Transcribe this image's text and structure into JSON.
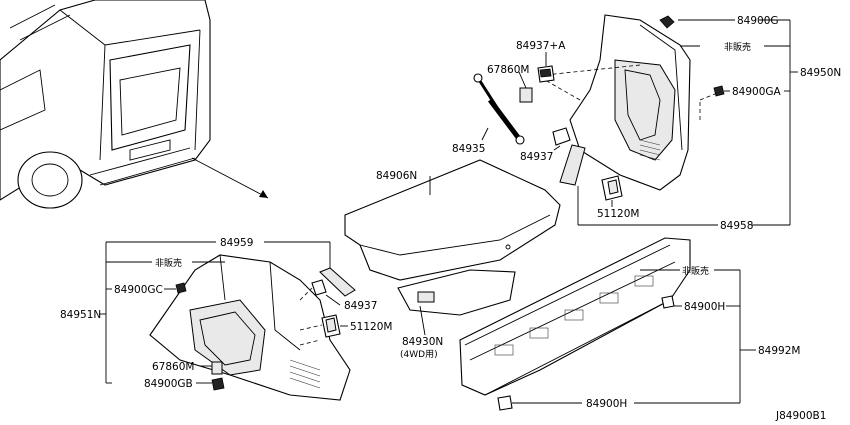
{
  "labels": {
    "p84900G": "84900G",
    "p84937A": "84937+A",
    "p_hanbai_top": "非販売",
    "p84950N": "84950N",
    "p67860M_top": "67860M",
    "p84900GA": "84900GA",
    "p84935": "84935",
    "p84937_top": "84937",
    "p84906N": "84906N",
    "p51120M_top": "51120M",
    "p84958": "84958",
    "p84959": "84959",
    "p_hanbai_left": "非販売",
    "p84900GC": "84900GC",
    "p84951N": "84951N",
    "p84937_left": "84937",
    "p51120M_left": "51120M",
    "p67860M_left": "67860M",
    "p84900GB": "84900GB",
    "p84930N": "84930N",
    "p4wd": "(4WD用)",
    "p_hanbai_right": "非販売",
    "p84900H_upper": "84900H",
    "p84992M": "84992M",
    "p84900H_lower": "84900H",
    "diagram_code": "J84900B1"
  }
}
